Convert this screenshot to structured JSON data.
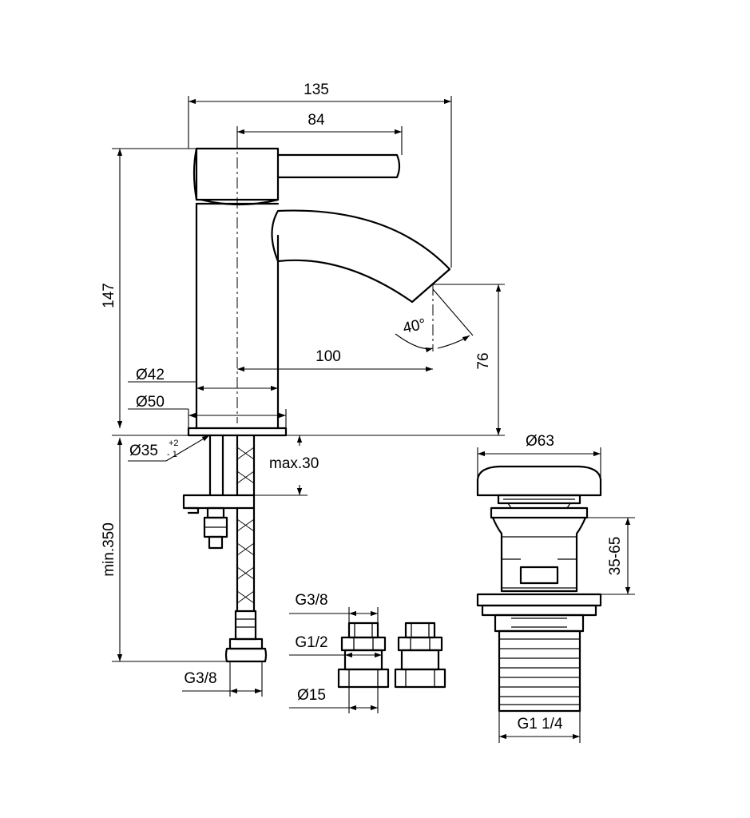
{
  "dimensions": {
    "overall_width": "135",
    "lever_length": "84",
    "height": "147",
    "spout_reach": "100",
    "spout_angle": "40°",
    "spout_height": "76",
    "body_diameter": "Ø42",
    "base_diameter": "Ø50",
    "hole_diameter": "Ø35",
    "hole_tol_plus": "+2",
    "hole_tol_minus": "- 1",
    "deck_thickness": "max.30",
    "hose_length": "min.350",
    "hose_thread": "G3/8",
    "adapter_thread_top": "G3/8",
    "adapter_thread_mid": "G1/2",
    "adapter_pipe": "Ø15",
    "waste_cap": "Ø63",
    "waste_range": "35-65",
    "waste_thread": "G1 1/4"
  }
}
